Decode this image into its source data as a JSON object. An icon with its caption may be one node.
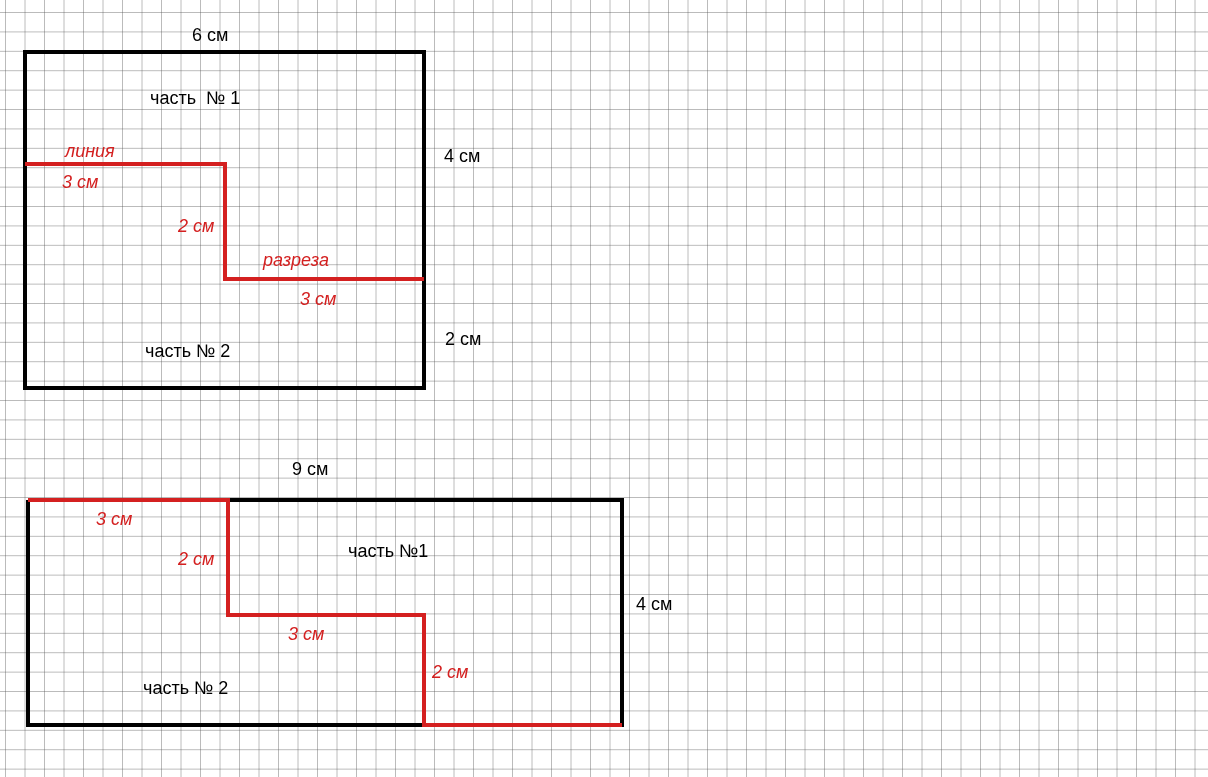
{
  "diagram": {
    "labels": [
      "6 см",
      "часть  № 1",
      "линия",
      "4 см",
      "3 см",
      "2 см",
      "разреза",
      "3 см",
      "2 см",
      "часть № 2",
      "9 см",
      "3 см",
      "часть №1",
      "2 см",
      "4 см",
      "3 см",
      "2 см",
      "часть № 2"
    ]
  }
}
